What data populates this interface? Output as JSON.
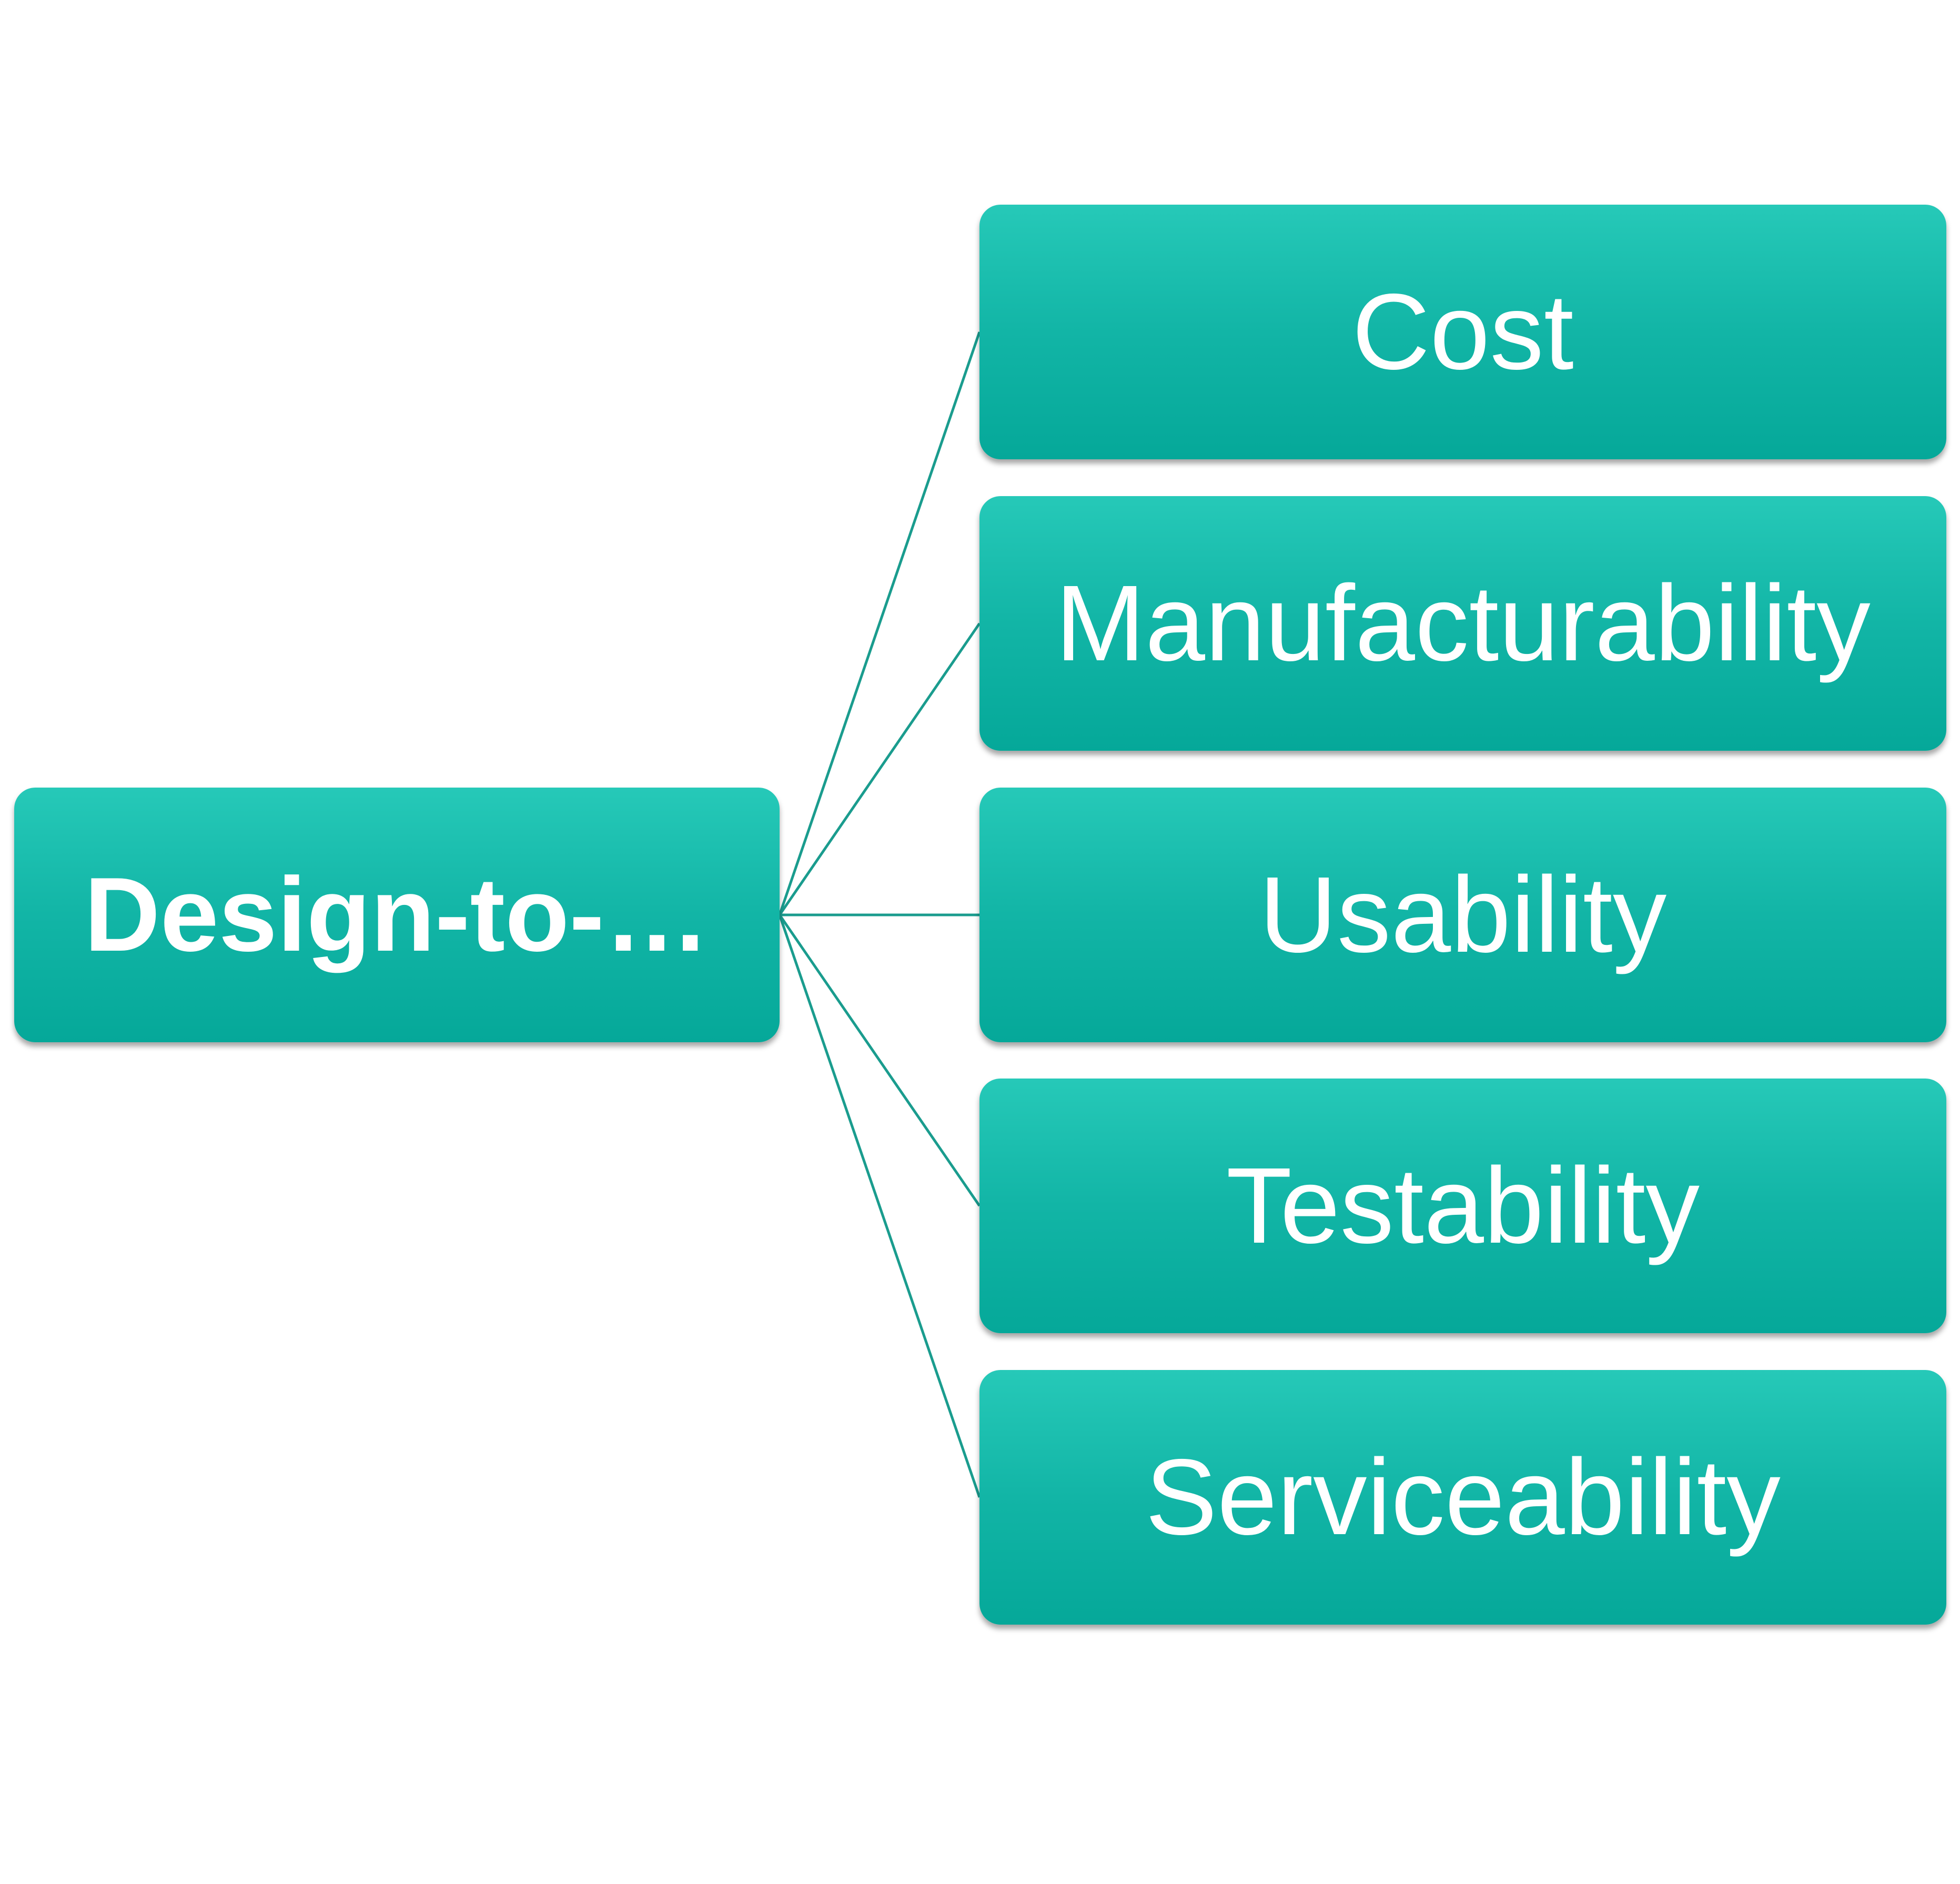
{
  "diagram": {
    "root": {
      "label": "Design-to-…"
    },
    "children": [
      {
        "label": "Cost"
      },
      {
        "label": "Manufacturability"
      },
      {
        "label": "Usability"
      },
      {
        "label": "Testability"
      },
      {
        "label": "Serviceability"
      }
    ],
    "colors": {
      "node_top": "#26c9b8",
      "node_bottom": "#05a899",
      "connector": "#1a9c8e",
      "text": "#ffffff"
    }
  }
}
